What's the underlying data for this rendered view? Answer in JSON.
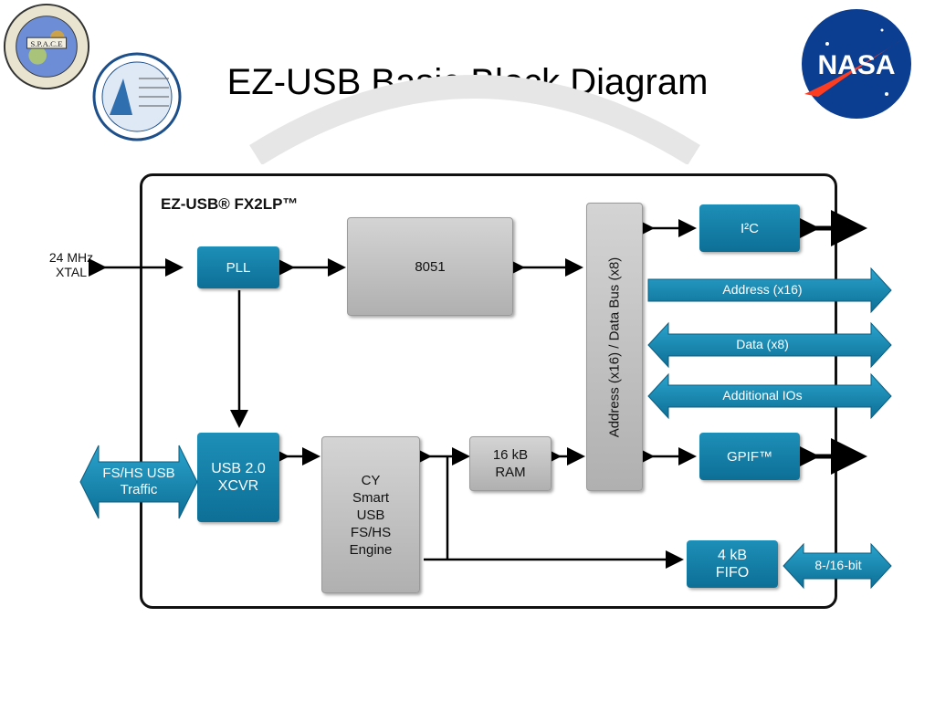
{
  "slide": {
    "title": "EZ-USB Basic Block Diagram",
    "logo_left_text": "S.P.A.C.E",
    "logo_nasa_text": "NASA"
  },
  "diagram": {
    "chip_label": "EZ-USB® FX2LP™",
    "external": {
      "xtal": "24 MHz",
      "xtal2": "XTAL",
      "usb_traffic": "FS/HS USB",
      "usb_traffic2": "Traffic"
    },
    "blocks": {
      "pll": "PLL",
      "cpu": "8051",
      "xcvr": "USB 2.0",
      "xcvr2": "XCVR",
      "engine": [
        "CY",
        "Smart",
        "USB",
        "FS/HS",
        "Engine"
      ],
      "ram": "16 kB",
      "ram2": "RAM",
      "bus": "Address (x16) / Data Bus (x8)",
      "i2c": "I²C",
      "gpif": "GPIF™",
      "fifo": "4 kB",
      "fifo2": "FIFO"
    },
    "arrows": {
      "address": "Address (x16)",
      "data": "Data (x8)",
      "ios": "Additional IOs",
      "bits": "8-/16-bit"
    }
  }
}
